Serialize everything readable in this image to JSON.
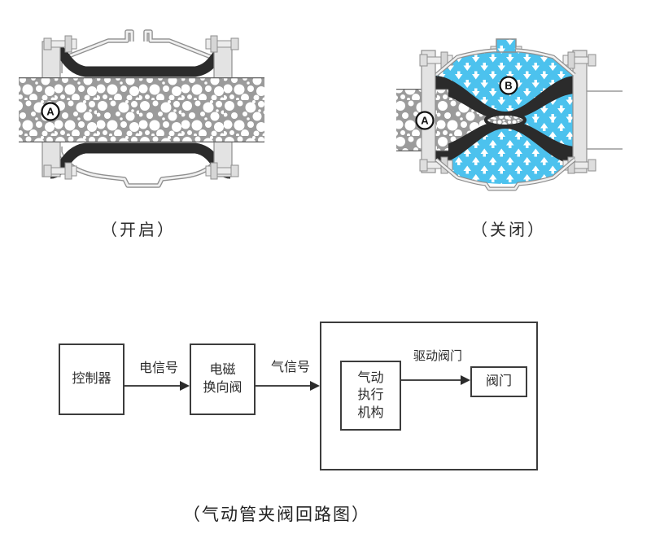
{
  "figures": {
    "open": {
      "caption": "（开启）",
      "label_a": "A"
    },
    "closed": {
      "caption": "（关闭）",
      "label_a": "A",
      "label_b": "B"
    }
  },
  "circuit": {
    "caption": "（气动管夹阀回路图）",
    "controller_label": "控制器",
    "solenoid_line1": "电磁",
    "solenoid_line2": "换向阀",
    "actuator_line1": "气动",
    "actuator_line2": "执行",
    "actuator_line3": "机构",
    "valve_label": "阀门",
    "signal_electric": "电信号",
    "signal_air": "气信号",
    "signal_drive": "驱动阀门"
  },
  "colors": {
    "media_gray": "#9b9b9b",
    "sleeve_black": "#2b2b2b",
    "air_cyan": "#4cc2ee",
    "body_fill": "#e8e8e8",
    "body_outline": "#8f8f8f",
    "diagram_line": "#3c3c3c"
  }
}
